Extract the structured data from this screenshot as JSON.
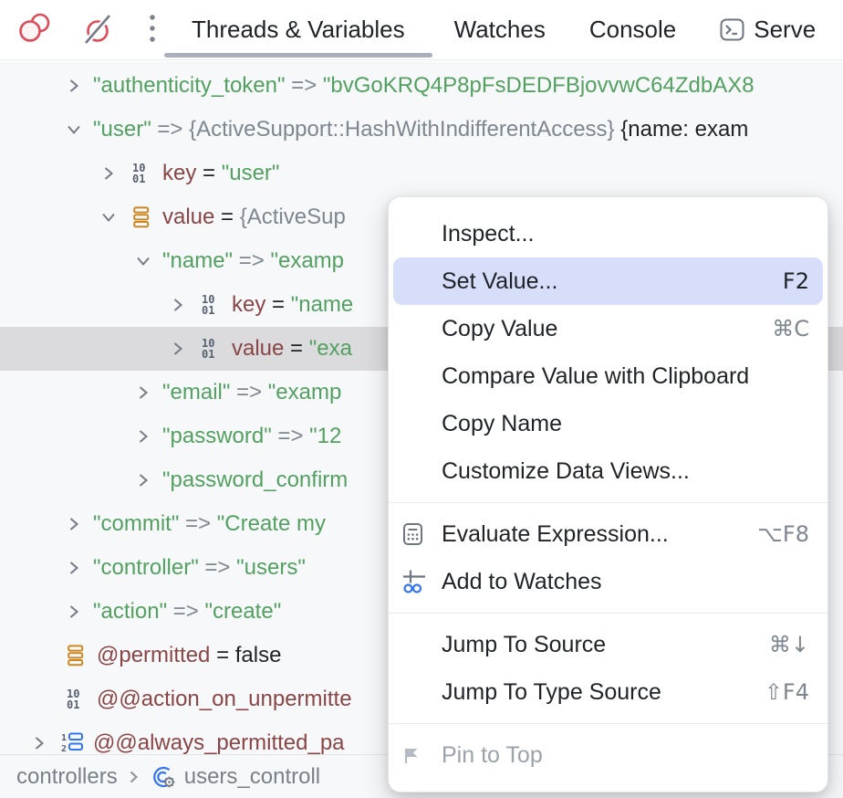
{
  "toolbar": {
    "view_breakpoints_icon": "view-breakpoints-icon",
    "mute_breakpoints_icon": "mute-breakpoints-icon",
    "more_options_icon": "kebab-menu-icon"
  },
  "tabs": [
    {
      "label": "Threads & Variables",
      "active": true
    },
    {
      "label": "Watches",
      "active": false
    },
    {
      "label": "Console",
      "active": false
    },
    {
      "label": "Serve",
      "active": false,
      "icon": "terminal-icon"
    }
  ],
  "tree": {
    "rows": [
      {
        "depth": 2,
        "expander": "collapsed",
        "icon": null,
        "selected": false,
        "segments": [
          {
            "t": "\"authenticity_token\"",
            "c": "str"
          },
          {
            "t": " => ",
            "c": "gray"
          },
          {
            "t": "\"bvGoKRQ4P8pFsDEDFBjovvwC64ZdbAX8",
            "c": "str"
          }
        ]
      },
      {
        "depth": 2,
        "expander": "expanded",
        "icon": null,
        "selected": false,
        "segments": [
          {
            "t": "\"user\"",
            "c": "str"
          },
          {
            "t": " => ",
            "c": "gray"
          },
          {
            "t": "{ActiveSupport::HashWithIndifferentAccess} ",
            "c": "gray"
          },
          {
            "t": "{name: exam",
            "c": "plain"
          }
        ]
      },
      {
        "depth": 3,
        "expander": "collapsed",
        "icon": "primitive",
        "selected": false,
        "segments": [
          {
            "t": "key",
            "c": "var"
          },
          {
            "t": " = ",
            "c": "plain"
          },
          {
            "t": "\"user\"",
            "c": "str"
          }
        ]
      },
      {
        "depth": 3,
        "expander": "expanded",
        "icon": "hash",
        "selected": false,
        "segments": [
          {
            "t": "value",
            "c": "var"
          },
          {
            "t": " = ",
            "c": "plain"
          },
          {
            "t": "{ActiveSup",
            "c": "gray"
          }
        ]
      },
      {
        "depth": 4,
        "expander": "expanded",
        "icon": null,
        "selected": false,
        "segments": [
          {
            "t": "\"name\"",
            "c": "str"
          },
          {
            "t": " => ",
            "c": "gray"
          },
          {
            "t": "\"examp",
            "c": "str"
          }
        ]
      },
      {
        "depth": 5,
        "expander": "collapsed",
        "icon": "primitive",
        "selected": false,
        "segments": [
          {
            "t": "key",
            "c": "var"
          },
          {
            "t": " = ",
            "c": "plain"
          },
          {
            "t": "\"name",
            "c": "str"
          }
        ]
      },
      {
        "depth": 5,
        "expander": "collapsed",
        "icon": "primitive",
        "selected": true,
        "segments": [
          {
            "t": "value",
            "c": "var"
          },
          {
            "t": " = ",
            "c": "plain"
          },
          {
            "t": "\"exa",
            "c": "str"
          }
        ]
      },
      {
        "depth": 4,
        "expander": "collapsed",
        "icon": null,
        "selected": false,
        "segments": [
          {
            "t": "\"email\"",
            "c": "str"
          },
          {
            "t": " => ",
            "c": "gray"
          },
          {
            "t": "\"examp",
            "c": "str"
          }
        ]
      },
      {
        "depth": 4,
        "expander": "collapsed",
        "icon": null,
        "selected": false,
        "segments": [
          {
            "t": "\"password\"",
            "c": "str"
          },
          {
            "t": " => ",
            "c": "gray"
          },
          {
            "t": "\"12",
            "c": "str"
          }
        ]
      },
      {
        "depth": 4,
        "expander": "collapsed",
        "icon": null,
        "selected": false,
        "segments": [
          {
            "t": "\"password_confirm",
            "c": "str"
          }
        ]
      },
      {
        "depth": 2,
        "expander": "collapsed",
        "icon": null,
        "selected": false,
        "segments": [
          {
            "t": "\"commit\"",
            "c": "str"
          },
          {
            "t": " => ",
            "c": "gray"
          },
          {
            "t": "\"Create my",
            "c": "str"
          }
        ]
      },
      {
        "depth": 2,
        "expander": "collapsed",
        "icon": null,
        "selected": false,
        "segments": [
          {
            "t": "\"controller\"",
            "c": "str"
          },
          {
            "t": " => ",
            "c": "gray"
          },
          {
            "t": "\"users\"",
            "c": "str"
          }
        ]
      },
      {
        "depth": 2,
        "expander": "collapsed",
        "icon": null,
        "selected": false,
        "segments": [
          {
            "t": "\"action\"",
            "c": "str"
          },
          {
            "t": " => ",
            "c": "gray"
          },
          {
            "t": "\"create\"",
            "c": "str"
          }
        ]
      },
      {
        "depth": 2,
        "expander": "none",
        "icon": "hash",
        "selected": false,
        "segments": [
          {
            "t": "@permitted",
            "c": "var"
          },
          {
            "t": " = ",
            "c": "plain"
          },
          {
            "t": "false",
            "c": "plain"
          }
        ]
      },
      {
        "depth": 2,
        "expander": "none",
        "icon": "primitive",
        "selected": false,
        "segments": [
          {
            "t": "@@action_on_unpermitte",
            "c": "var"
          }
        ]
      },
      {
        "depth": 1,
        "expander": "collapsed",
        "icon": "array",
        "selected": false,
        "segments": [
          {
            "t": "@@always_permitted_pa",
            "c": "var"
          }
        ]
      }
    ]
  },
  "context_menu": {
    "items": [
      {
        "label": "Inspect..."
      },
      {
        "label": "Set Value...",
        "shortcut": "F2",
        "state": "highlighted"
      },
      {
        "label": "Copy Value",
        "shortcut": "⌘C"
      },
      {
        "label": "Compare Value with Clipboard"
      },
      {
        "label": "Copy Name"
      },
      {
        "label": "Customize Data Views..."
      },
      {
        "type": "separator"
      },
      {
        "label": "Evaluate Expression...",
        "shortcut": "⌥F8",
        "icon": "calculator-icon"
      },
      {
        "label": "Add to Watches",
        "icon": "add-watch-icon"
      },
      {
        "type": "separator"
      },
      {
        "label": "Jump To Source",
        "shortcut": "⌘↓"
      },
      {
        "label": "Jump To Type Source",
        "shortcut": "⇧F4"
      },
      {
        "type": "separator"
      },
      {
        "label": "Pin to Top",
        "icon": "pin-flag-icon",
        "state": "disabled"
      }
    ]
  },
  "statusbar": {
    "crumbs": [
      {
        "label": "controllers"
      },
      {
        "label": "users_controll",
        "icon": "controller-class-icon"
      }
    ]
  },
  "colors": {
    "string_green": "#53A061",
    "variable_maroon": "#8A4646",
    "punct_gray": "#7E868F",
    "text_black": "#1F2227",
    "hash_icon_orange": "#CC8722",
    "array_icon_blue": "#3574F0",
    "breakpoint_red": "#DE4A57",
    "menu_highlight": "#D7DEF9",
    "selected_row_gray": "#DBDBDE",
    "tab_underline_gray": "#A9AFBB"
  }
}
